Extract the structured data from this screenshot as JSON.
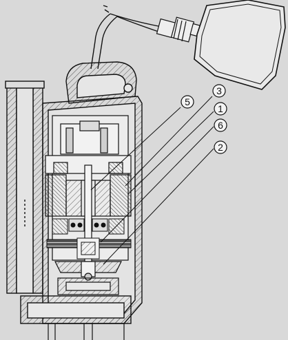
{
  "diagram": {
    "background": "#d9d9d9",
    "line_color": "#111111",
    "hatch_color": "#333333",
    "callouts": [
      {
        "id": "callout-5",
        "label": "5"
      },
      {
        "id": "callout-3",
        "label": "3"
      },
      {
        "id": "callout-1",
        "label": "1"
      },
      {
        "id": "callout-6",
        "label": "6"
      },
      {
        "id": "callout-2",
        "label": "2"
      }
    ]
  }
}
